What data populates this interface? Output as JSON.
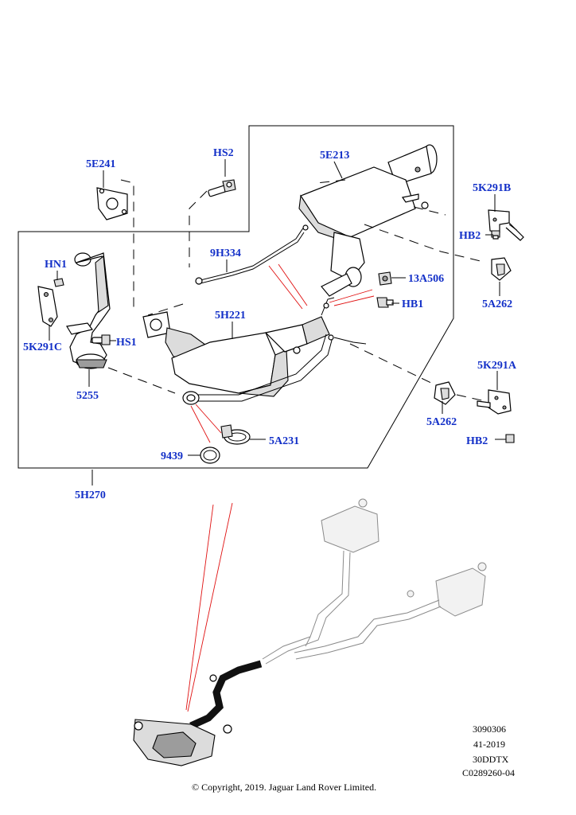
{
  "callouts": {
    "c5E241": "5E241",
    "cHS2": "HS2",
    "c5E213": "5E213",
    "c5K291B": "5K291B",
    "cHB2_top": "HB2",
    "c9H334": "9H334",
    "cHN1": "HN1",
    "c13A506": "13A506",
    "cHB1": "HB1",
    "c5A262_top": "5A262",
    "c5H221": "5H221",
    "c5K291C": "5K291C",
    "cHS1": "HS1",
    "c5K291A": "5K291A",
    "c5255": "5255",
    "c5A262_bot": "5A262",
    "c5A231": "5A231",
    "c9439": "9439",
    "cHB2_bot": "HB2",
    "c5H270": "5H270"
  },
  "meta": {
    "line1": "3090306",
    "line2": "41-2019",
    "line3": "30DDTX",
    "line4": "C0289260-04"
  },
  "copyright": "© Copyright, 2019. Jaguar Land Rover Limited."
}
